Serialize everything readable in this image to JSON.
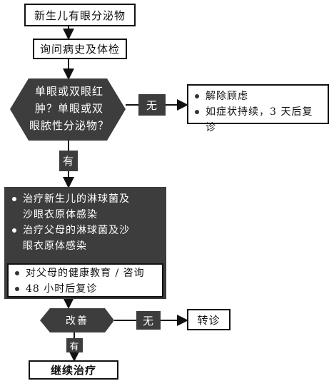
{
  "nodes": {
    "start": "新生儿有眼分泌物",
    "history": "询问病史及体检",
    "decision1": [
      "单眼或双眼红",
      "肿？单眼或双",
      "眼脓性分泌物？"
    ],
    "no1_label": "无",
    "no1_items": [
      "解除顾虑",
      "如症状持续，3 天后复诊"
    ],
    "yes1_label": "有",
    "treat_items": [
      "治疗新生儿的淋球菌及",
      "沙眼衣原体感染",
      "治疗父母的淋球菌及沙",
      "眼衣原体感染"
    ],
    "followup_items": [
      "对父母的健康教育 / 咨询",
      "48 小时后复诊"
    ],
    "decision2": "改善",
    "no2_label": "无",
    "referral": "转诊",
    "yes2_label": "有",
    "continue": "继续治疗"
  }
}
